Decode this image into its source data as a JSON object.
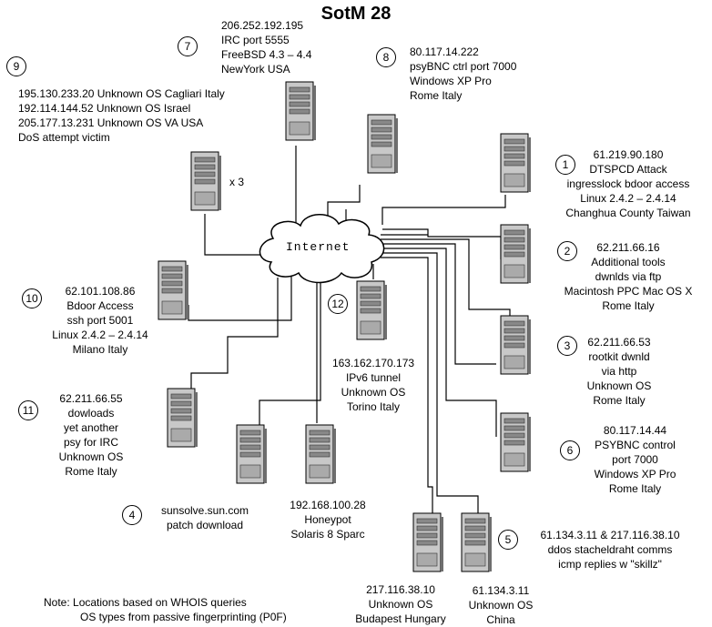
{
  "title": "SotM 28",
  "cloud_label": "Internet",
  "nodes": {
    "n7": {
      "badge": "7",
      "lines": [
        "206.252.192.195",
        "IRC port  5555",
        "FreeBSD 4.3 – 4.4",
        "NewYork USA"
      ]
    },
    "n8": {
      "badge": "8",
      "lines": [
        "80.117.14.222",
        "psyBNC ctrl port 7000",
        "Windows XP Pro",
        "Rome Italy"
      ]
    },
    "n9": {
      "badge": "9",
      "lines": [
        "195.130.233.20  Unknown OS  Cagliari Italy",
        "192.114.144.52  Unknown OS  Israel",
        "205.177.13.231  Unknown OS  VA USA",
        "DoS  attempt  victim"
      ]
    },
    "x3": "x 3",
    "n1": {
      "badge": "1",
      "lines": [
        "61.219.90.180",
        "DTSPCD Attack",
        "ingresslock bdoor access",
        "Linux 2.4.2 – 2.4.14",
        "Changhua County Taiwan"
      ]
    },
    "n2": {
      "badge": "2",
      "lines": [
        "62.211.66.16",
        "Additional tools",
        "dwnlds via ftp",
        "Macintosh PPC Mac OS X",
        "Rome Italy"
      ]
    },
    "n3": {
      "badge": "3",
      "lines": [
        "62.211.66.53",
        "rootkit dwnld",
        "via http",
        "Unknown OS",
        "Rome Italy"
      ]
    },
    "n6": {
      "badge": "6",
      "lines": [
        "80.117.14.44",
        "PSYBNC control",
        "port 7000",
        "Windows XP Pro",
        "Rome Italy"
      ]
    },
    "n10": {
      "badge": "10",
      "lines": [
        "62.101.108.86",
        "Bdoor Access",
        "ssh port 5001",
        "Linux 2.4.2 – 2.4.14",
        "Milano Italy"
      ]
    },
    "n12": {
      "badge": "12",
      "lines": [
        "163.162.170.173",
        "IPv6 tunnel",
        "Unknown OS",
        "Torino Italy"
      ]
    },
    "n11": {
      "badge": "11",
      "lines": [
        "62.211.66.55",
        "dowloads",
        "yet another",
        "psy for IRC",
        "Unknown OS",
        "Rome Italy"
      ]
    },
    "n4": {
      "badge": "4",
      "lines": [
        "sunsolve.sun.com",
        "patch download"
      ]
    },
    "honeypot": {
      "lines": [
        "192.168.100.28",
        "Honeypot",
        "Solaris 8 Sparc"
      ]
    },
    "n5": {
      "badge": "5",
      "lines": [
        "61.134.3.11   &  217.116.38.10",
        "ddos stacheldraht comms",
        "icmp replies w \"skillz\""
      ]
    },
    "budapest": {
      "lines": [
        "217.116.38.10",
        "Unknown OS",
        "Budapest Hungary"
      ]
    },
    "china": {
      "lines": [
        "61.134.3.11",
        "Unknown OS",
        "China"
      ]
    }
  },
  "note": [
    "Note:  Locations based on WHOIS queries",
    "OS types from passive fingerprinting (P0F)"
  ]
}
